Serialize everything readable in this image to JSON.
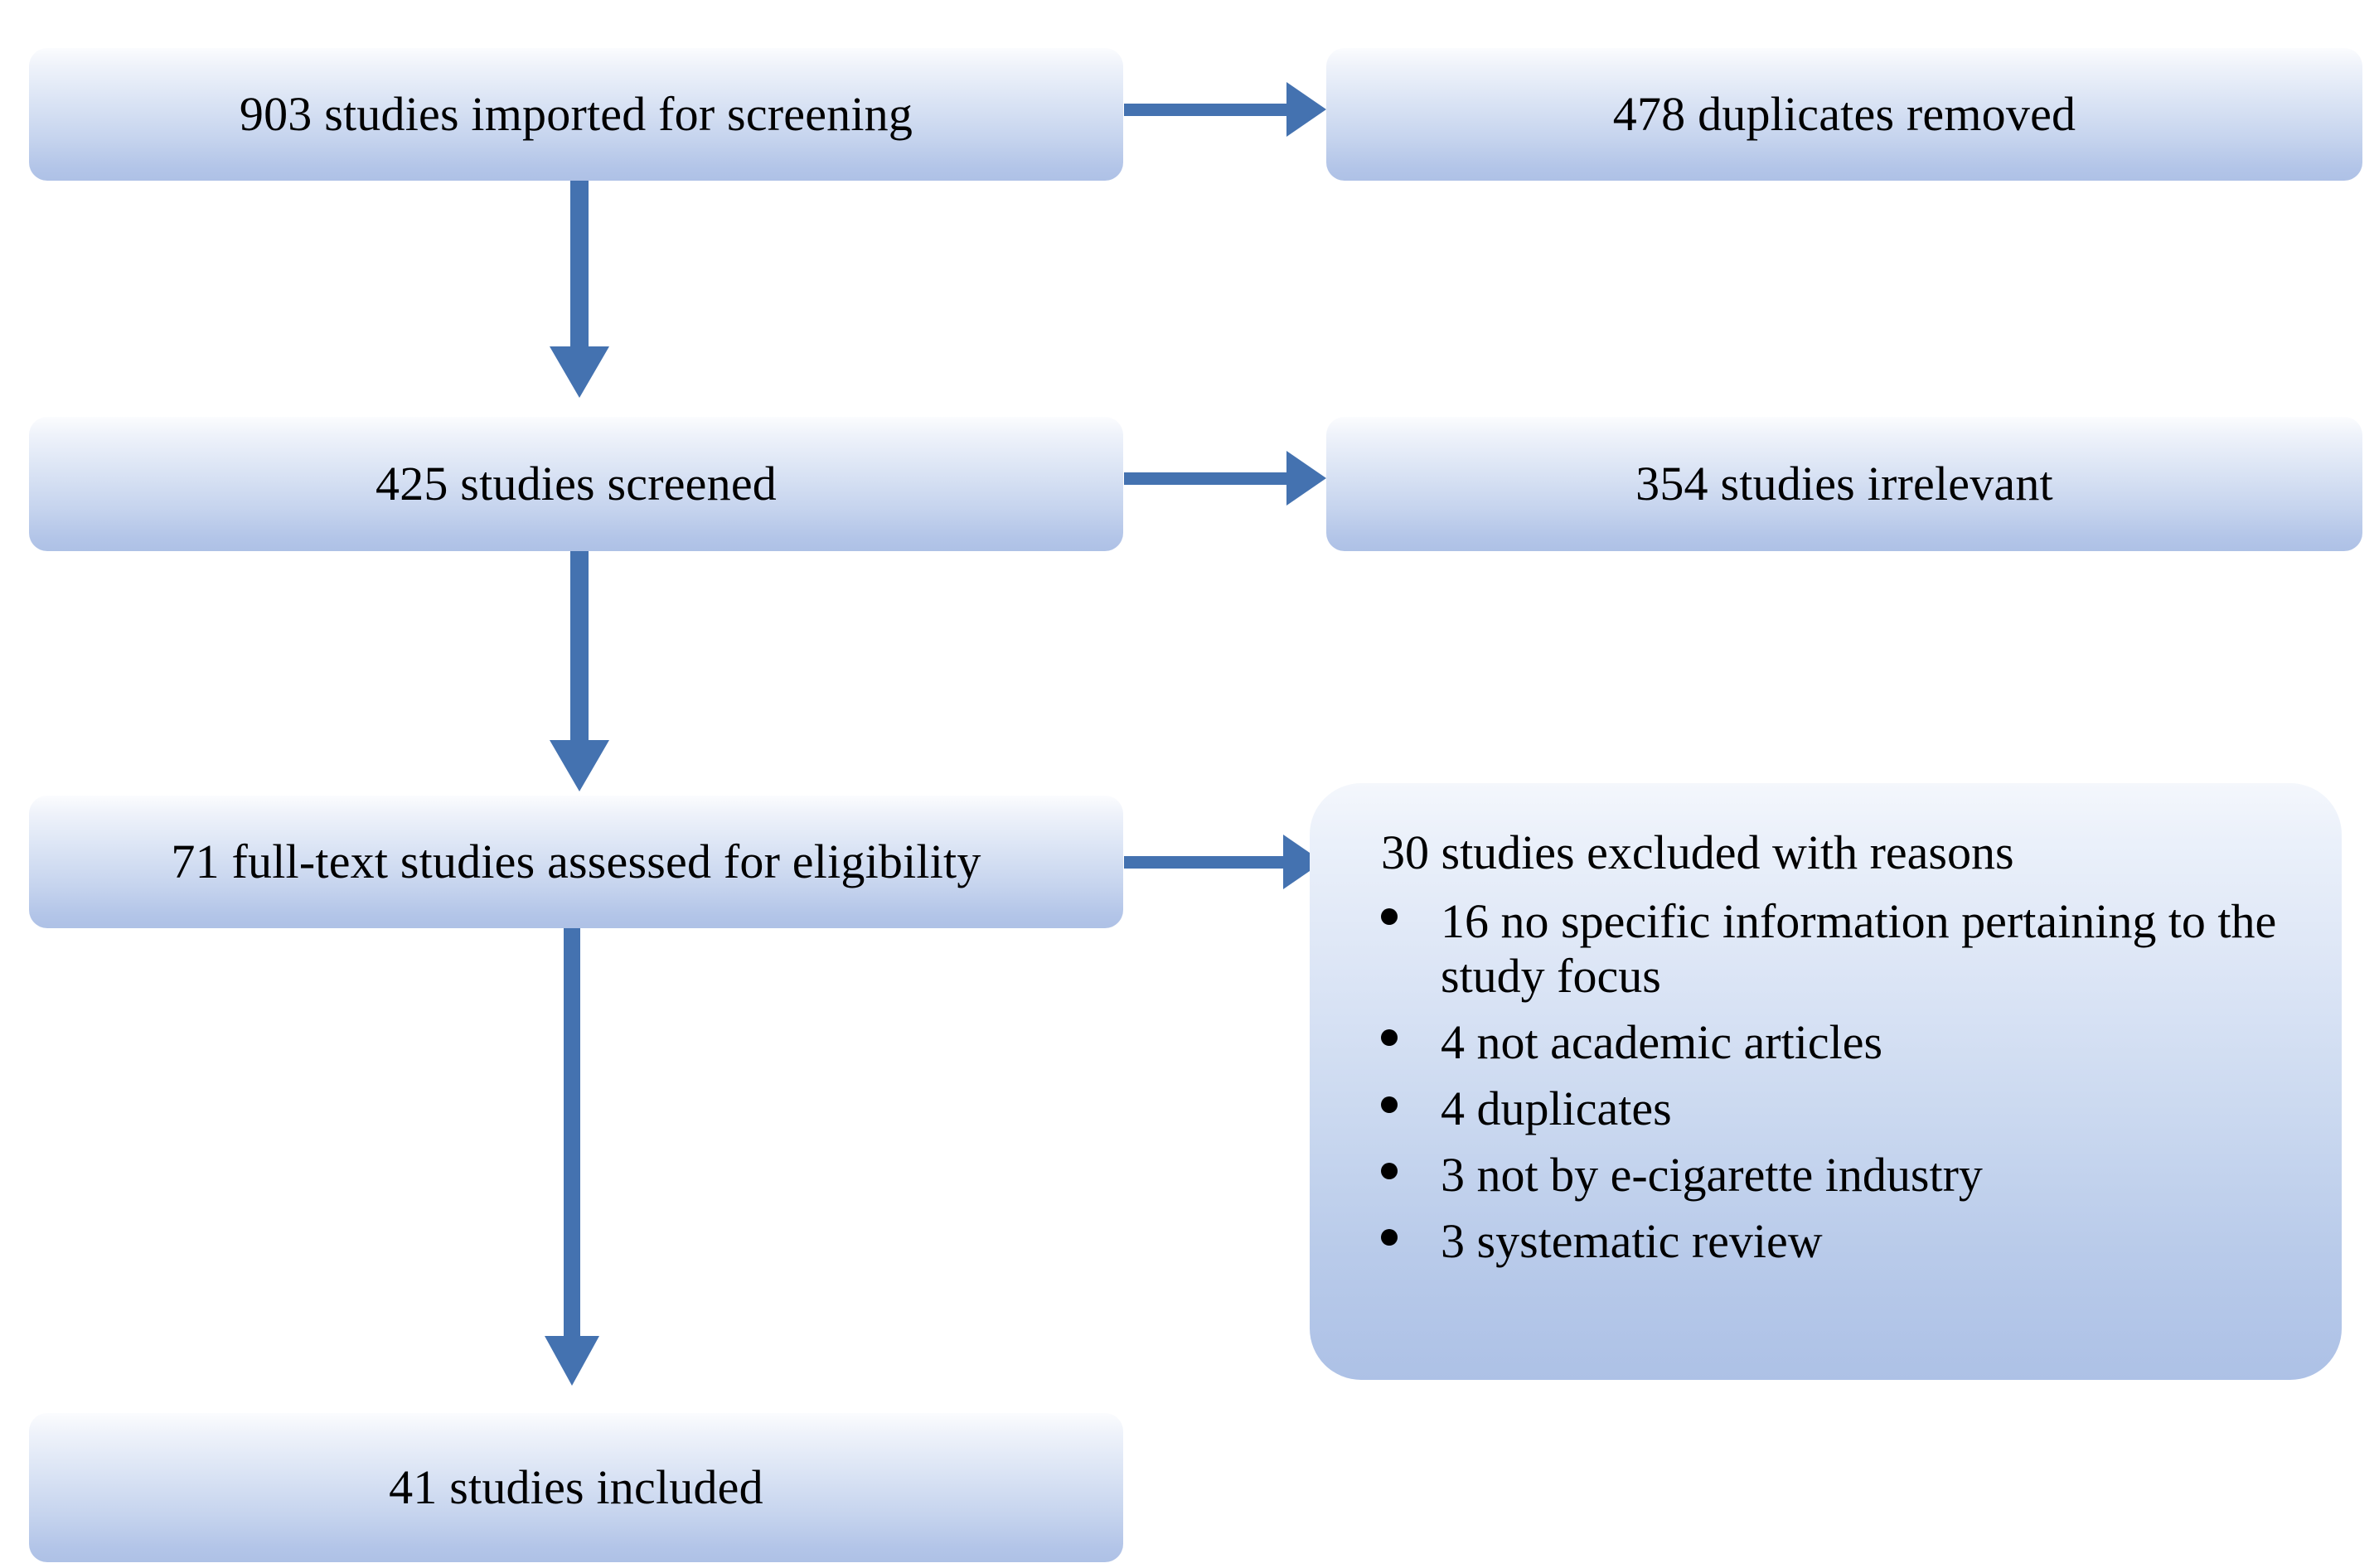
{
  "diagram": {
    "type": "prisma-flow-diagram",
    "accent_color": "#4472B0",
    "box_fill_light": "#F4F7FC",
    "box_fill_dark": "#AEC1E6",
    "text_color": "#000000"
  },
  "nodes": {
    "imported": {
      "label": "903 studies imported for screening",
      "count": 903
    },
    "duplicates_removed": {
      "label": "478 duplicates removed",
      "count": 478
    },
    "screened": {
      "label": "425 studies screened",
      "count": 425
    },
    "irrelevant": {
      "label": "354 studies irrelevant",
      "count": 354
    },
    "fulltext": {
      "label": "71 full-text studies assessed for eligibility",
      "count": 71
    },
    "excluded": {
      "title": "30 studies excluded with reasons",
      "count": 30,
      "reasons": [
        {
          "count": 16,
          "label": "16 no specific information pertaining to the study focus"
        },
        {
          "count": 4,
          "label": "4 not academic articles"
        },
        {
          "count": 4,
          "label": "4 duplicates"
        },
        {
          "count": 3,
          "label": "3 not by e-cigarette industry"
        },
        {
          "count": 3,
          "label": "3 systematic review"
        }
      ]
    },
    "included": {
      "label": "41 studies included",
      "count": 41
    }
  },
  "connectors": [
    {
      "from": "imported",
      "to": "duplicates_removed",
      "direction": "right"
    },
    {
      "from": "imported",
      "to": "screened",
      "direction": "down"
    },
    {
      "from": "screened",
      "to": "irrelevant",
      "direction": "right"
    },
    {
      "from": "screened",
      "to": "fulltext",
      "direction": "down"
    },
    {
      "from": "fulltext",
      "to": "excluded",
      "direction": "right"
    },
    {
      "from": "fulltext",
      "to": "included",
      "direction": "down"
    }
  ]
}
